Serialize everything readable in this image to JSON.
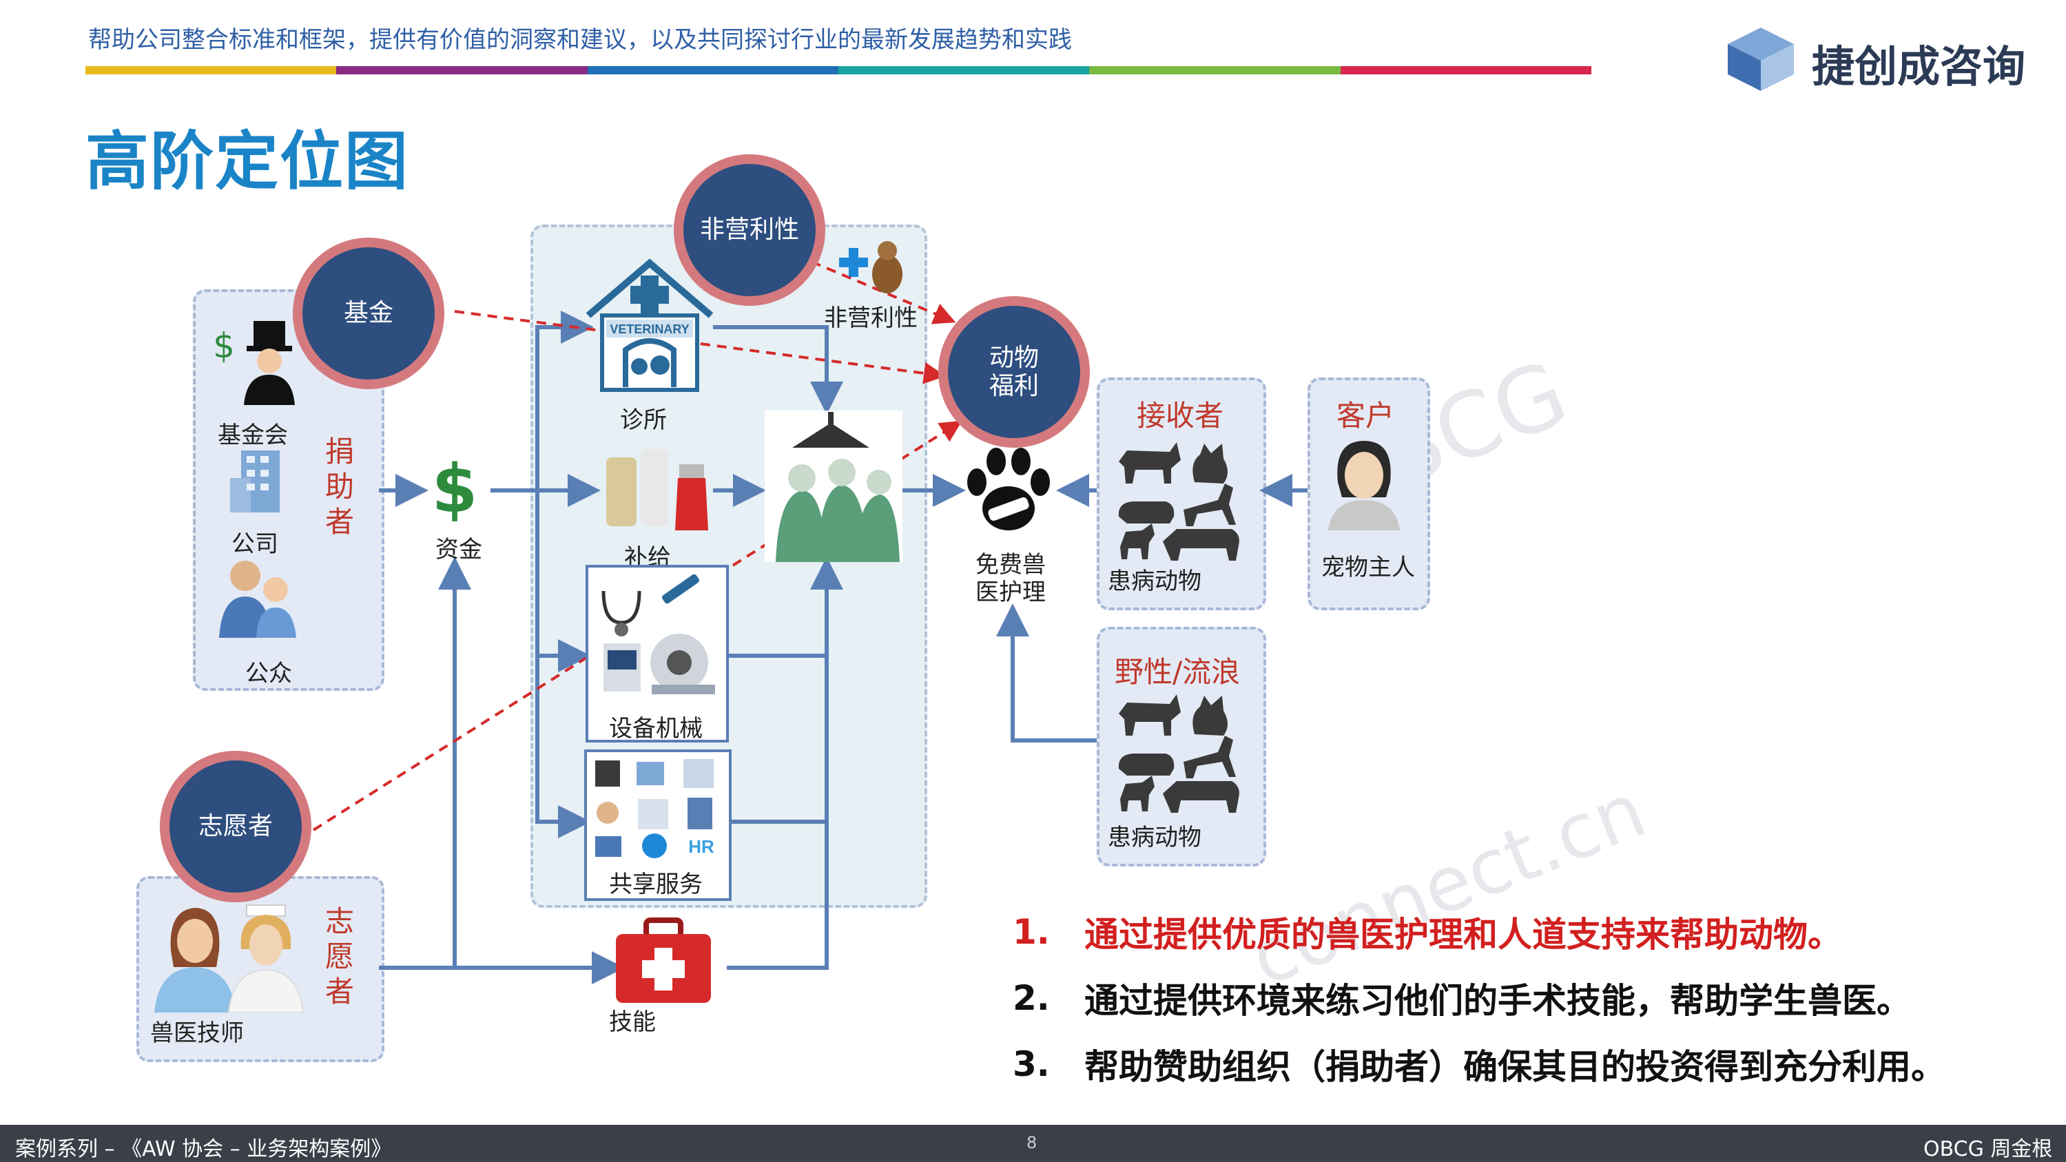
{
  "header": {
    "tagline": "帮助公司整合标准和框架，提供有价值的洞察和建议，以及共同探讨行业的最新发展趋势和实践",
    "brand": "捷创成咨询",
    "colorbar": [
      "#e8b91b",
      "#8a2a84",
      "#1f6fb5",
      "#1aa3a0",
      "#7ab942",
      "#d6284f"
    ]
  },
  "title": "高阶定位图",
  "diagram": {
    "circles": {
      "fund": "基金",
      "nonprofit": "非营利性",
      "welfare_line1": "动物",
      "welfare_line2": "福利",
      "volunteer": "志愿者"
    },
    "donors": {
      "title_chars": [
        "捐",
        "助",
        "者"
      ],
      "foundation": "基金会",
      "company": "公司",
      "public": "公众"
    },
    "funds": "资金",
    "services": {
      "clinic": "诊所",
      "supply": "补给",
      "equipment": "设备机械",
      "shared": "共享服务",
      "nonprofit_label": "非营利性"
    },
    "care": {
      "line1": "免费兽",
      "line2": "医护理"
    },
    "recipients": {
      "title": "接收者",
      "sick": "患病动物"
    },
    "customer": {
      "title": "客户",
      "owner": "宠物主人"
    },
    "wild": {
      "title": "野性/流浪",
      "sick": "患病动物"
    },
    "volunteers": {
      "title_chars": [
        "志",
        "愿",
        "者"
      ],
      "tech": "兽医技师"
    },
    "skills": "技能",
    "hr_badge": "HR"
  },
  "goals": [
    {
      "num": "1.",
      "text": "通过提供优质的兽医护理和人道支持来帮助动物。",
      "color": "#d21f1f"
    },
    {
      "num": "2.",
      "text": "通过提供环境来练习他们的手术技能，帮助学生兽医。",
      "color": "#111111"
    },
    {
      "num": "3.",
      "text": "帮助赞助组织（捐助者）确保其目的投资得到充分利用。",
      "color": "#111111"
    }
  ],
  "footer": {
    "left": "案例系列 – 《AW 协会 – 业务架构案例》",
    "page": "8",
    "right": "OBCG 周金根"
  }
}
